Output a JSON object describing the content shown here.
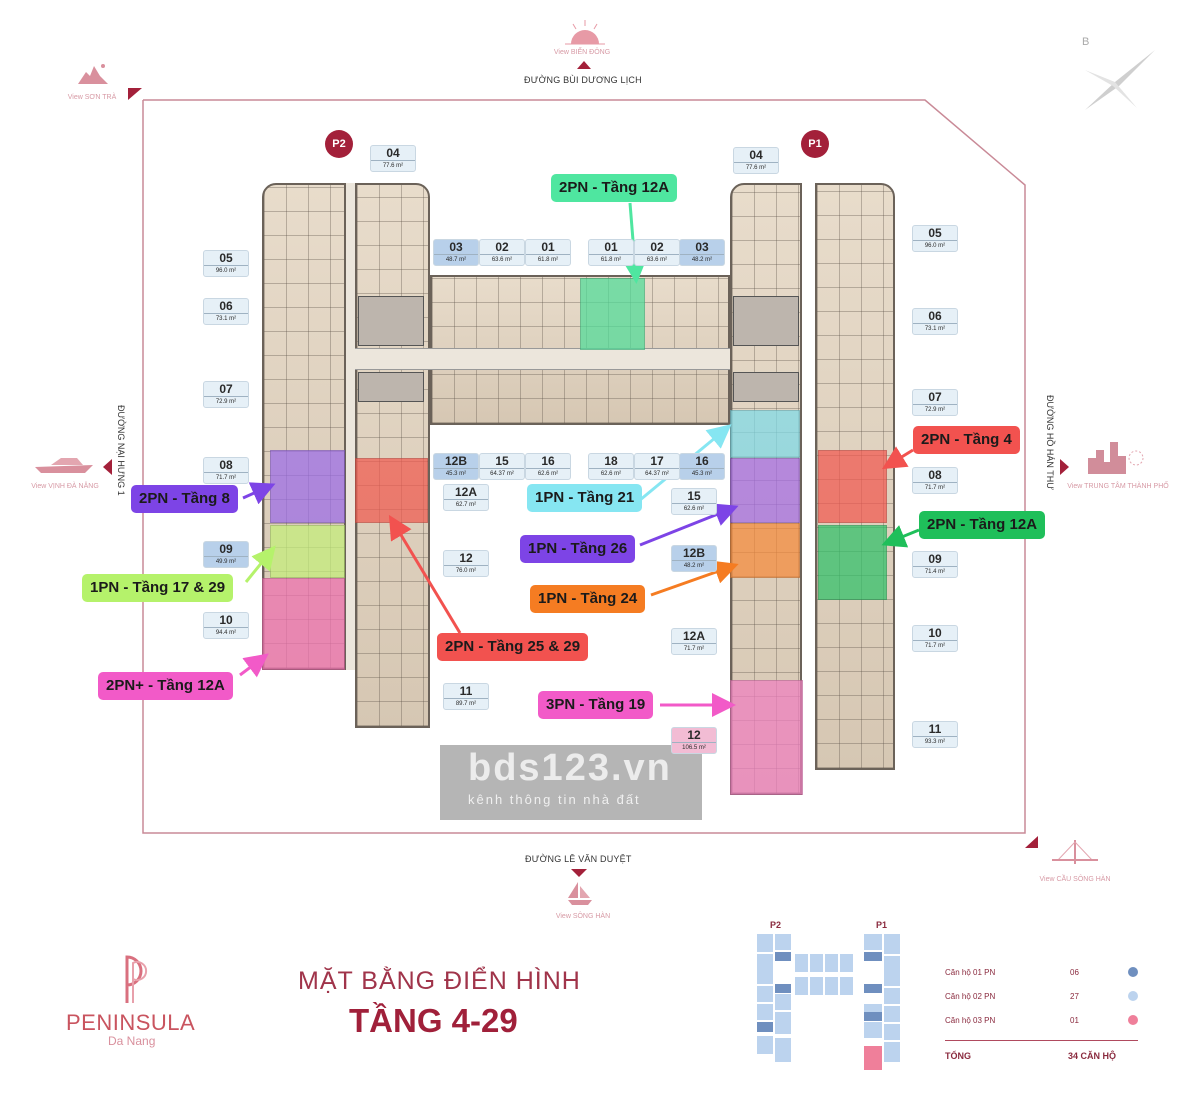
{
  "views": {
    "top": "View BIỂN ĐÔNG",
    "top_left": "View SƠN TRÀ",
    "left": "View VỊNH ĐÀ NẴNG",
    "right": "View TRUNG TÂM THÀNH PHỐ",
    "bottom": "View SÔNG HÀN",
    "bottom_right": "View CẦU SÔNG HÀN"
  },
  "streets": {
    "top": "ĐƯỜNG BÙI DƯƠNG LỊCH",
    "bottom": "ĐƯỜNG LÊ VĂN DUYỆT",
    "left": "ĐƯỜNG NẠI HƯNG 1",
    "right": "ĐƯỜNG HỒ HÁN THƯ"
  },
  "compass_label": "B",
  "towers": {
    "left": "P2",
    "right": "P1"
  },
  "units": [
    {
      "num": "04",
      "area": "77.6 m²",
      "type": "2"
    },
    {
      "num": "05",
      "area": "96.0 m²",
      "type": "2"
    },
    {
      "num": "06",
      "area": "73.1 m²",
      "type": "2"
    },
    {
      "num": "07",
      "area": "72.9 m²",
      "type": "2"
    },
    {
      "num": "08",
      "area": "71.7 m²",
      "type": "2"
    },
    {
      "num": "09",
      "area": "49.9 m²",
      "type": "1"
    },
    {
      "num": "10",
      "area": "94.4 m²",
      "type": "2"
    },
    {
      "num": "03",
      "area": "48.7 m²",
      "type": "1"
    },
    {
      "num": "02",
      "area": "63.6 m²",
      "type": "2"
    },
    {
      "num": "01",
      "area": "61.8 m²",
      "type": "2"
    },
    {
      "num": "01",
      "area": "61.8 m²",
      "type": "2"
    },
    {
      "num": "02",
      "area": "63.6 m²",
      "type": "2"
    },
    {
      "num": "03",
      "area": "48.2 m²",
      "type": "1"
    },
    {
      "num": "12B",
      "area": "45.3 m²",
      "type": "1"
    },
    {
      "num": "15",
      "area": "64.37 m²",
      "type": "2"
    },
    {
      "num": "16",
      "area": "62.6 m²",
      "type": "2"
    },
    {
      "num": "18",
      "area": "62.6 m²",
      "type": "2"
    },
    {
      "num": "17",
      "area": "64.37 m²",
      "type": "2"
    },
    {
      "num": "16",
      "area": "45.3 m²",
      "type": "1"
    },
    {
      "num": "12A",
      "area": "62.7 m²",
      "type": "2"
    },
    {
      "num": "12",
      "area": "76.0 m²",
      "type": "2"
    },
    {
      "num": "11",
      "area": "89.7 m²",
      "type": "2"
    },
    {
      "num": "04",
      "area": "77.6 m²",
      "type": "2"
    },
    {
      "num": "05",
      "area": "96.0 m²",
      "type": "2"
    },
    {
      "num": "06",
      "area": "73.1 m²",
      "type": "2"
    },
    {
      "num": "07",
      "area": "72.9 m²",
      "type": "2"
    },
    {
      "num": "08",
      "area": "71.7 m²",
      "type": "2"
    },
    {
      "num": "09",
      "area": "71.4 m²",
      "type": "2"
    },
    {
      "num": "10",
      "area": "71.7 m²",
      "type": "2"
    },
    {
      "num": "11",
      "area": "93.3 m²",
      "type": "2"
    },
    {
      "num": "15",
      "area": "62.6 m²",
      "type": "2"
    },
    {
      "num": "12B",
      "area": "48.2 m²",
      "type": "1"
    },
    {
      "num": "12A",
      "area": "71.7 m²",
      "type": "2"
    },
    {
      "num": "12",
      "area": "106.5 m²",
      "type": "3"
    }
  ],
  "callouts": [
    {
      "label": "2PN - Tầng  12A",
      "color": "#4fe6a0"
    },
    {
      "label": "2PN - Tầng  4",
      "color": "#f2524f"
    },
    {
      "label": "2PN - Tầng 8",
      "color": "#7d44e6"
    },
    {
      "label": "2PN - Tầng 12A",
      "color": "#1fbf5a"
    },
    {
      "label": "1PN - Tầng 21",
      "color": "#86e6f2"
    },
    {
      "label": "1PN - Tầng 26",
      "color": "#7d44e6"
    },
    {
      "label": "1PN - Tầng 24",
      "color": "#f57c22"
    },
    {
      "label": "1PN - Tầng 17 & 29",
      "color": "#b5f26b"
    },
    {
      "label": "2PN - Tầng  25 & 29",
      "color": "#f2524f"
    },
    {
      "label": "2PN+ - Tầng 12A",
      "color": "#f25ac8"
    },
    {
      "label": "3PN - Tầng 19",
      "color": "#f25ac8"
    }
  ],
  "watermark": {
    "brand": "bds123.vn",
    "tagline": "kênh thông tin nhà đất"
  },
  "logo": {
    "name": "PENINSULA",
    "city": "Da Nang"
  },
  "title": {
    "line1": "MẶT BẰNG ĐIỂN HÌNH",
    "line2": "TẦNG 4-29"
  },
  "legend": {
    "rows": [
      {
        "label": "Căn hộ 01 PN",
        "count": "06",
        "color": "#6f8fbf"
      },
      {
        "label": "Căn hộ 02 PN",
        "count": "27",
        "color": "#bcd3ee"
      },
      {
        "label": "Căn hộ 03 PN",
        "count": "01",
        "color": "#ef7f9a"
      }
    ],
    "total_label": "TỔNG",
    "total_value": "34 CĂN HỘ"
  }
}
